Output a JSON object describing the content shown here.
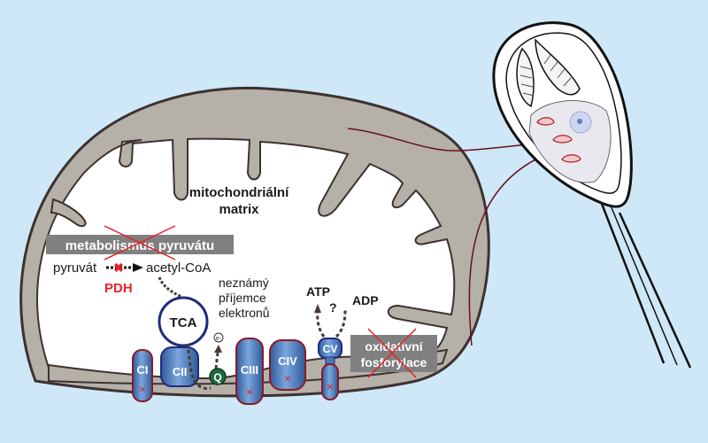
{
  "title": "Mitochondrie bez oxidativní fosforylace",
  "labels": {
    "matrix_line1": "mitochondriální",
    "matrix_line2": "matrix",
    "pyruvate_box": "metabolismus pyruvátu",
    "pyruvate": "pyruvát",
    "acetyl_coa": "acetyl-CoA",
    "pdh": "PDH",
    "tca": "TCA",
    "unknown_acceptor_1": "neznámý",
    "unknown_acceptor_2": "příjemce",
    "unknown_acceptor_3": "elektronů",
    "electron": "e-",
    "atp": "ATP",
    "adp": "ADP",
    "question": "?",
    "oxphos_line1": "oxidativní",
    "oxphos_line2": "fosforylace"
  },
  "complexes": [
    {
      "id": "CI",
      "label": "CI",
      "inactive": true
    },
    {
      "id": "CII",
      "label": "CII",
      "inactive": false
    },
    {
      "id": "Q",
      "label": "Q",
      "inactive": false
    },
    {
      "id": "CIII",
      "label": "CIII",
      "inactive": true
    },
    {
      "id": "CIV",
      "label": "CIV",
      "inactive": true
    },
    {
      "id": "CV",
      "label": "CV",
      "inactive": true
    }
  ],
  "colors": {
    "background": "#cfe8f8",
    "membrane": "#b5b0a8",
    "membrane_outline": "#3d3230",
    "complex_fill": "#4a78b8",
    "complex_outline": "#8b1a2a",
    "cross": "#e8202a",
    "pdh_text": "#e8202a",
    "tca_ring": "#1f2a80",
    "q_fill": "#1f6a40",
    "gray_box": "#808080",
    "pointer_line": "#6a1020"
  }
}
